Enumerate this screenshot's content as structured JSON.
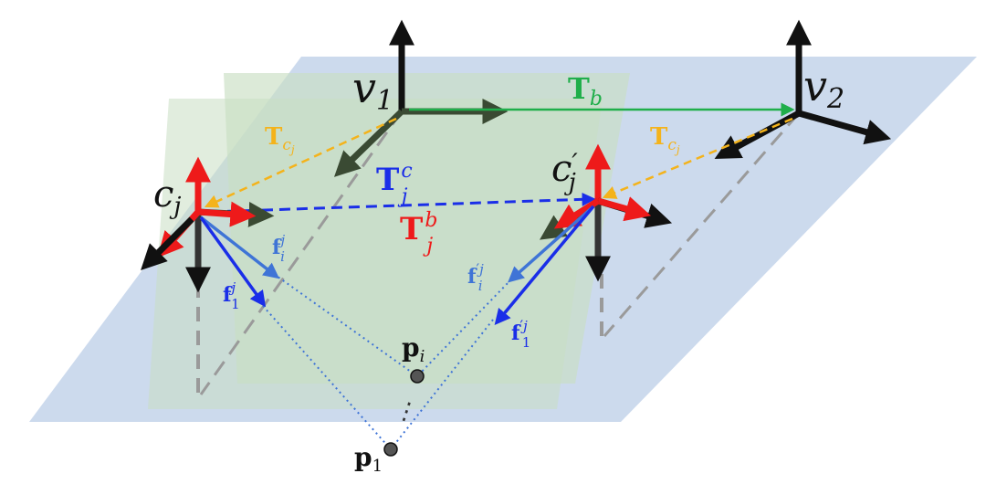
{
  "colors": {
    "ground_plane": "#c3d3ea",
    "cam_plane": "#c9dec3",
    "black_axis": "#111111",
    "dark_green_axis": "#3a4a33",
    "red_axis": "#ee1a1a",
    "blue": "#1a2ee8",
    "light_blue": "#3f74d6",
    "green": "#1fae4a",
    "orange": "#f4b31b",
    "grey": "#9a9a9a",
    "point": "#555555"
  },
  "labels": {
    "v1": {
      "base": "v",
      "sub": "1"
    },
    "v2": {
      "base": "v",
      "sub": "2"
    },
    "Tb": {
      "base": "T",
      "sub": "b"
    },
    "Tcj_left": {
      "base": "T",
      "sub": "c",
      "subsub": "j"
    },
    "Tcj_right": {
      "base": "T",
      "sub": "c",
      "subsub": "j"
    },
    "Tjc": {
      "base": "T",
      "sup": "c",
      "sub": "j"
    },
    "Tjb": {
      "base": "T",
      "sup": "b",
      "sub": "j"
    },
    "cj": {
      "base": "c",
      "sub": "j"
    },
    "cj_prime": {
      "base": "c",
      "prime": "′",
      "sub": "j"
    },
    "fij": {
      "base": "f",
      "sup": "j",
      "sub": "i"
    },
    "f1j": {
      "base": "f",
      "sup": "j",
      "sub": "1"
    },
    "fij_prime": {
      "base": "f",
      "prime": "′",
      "sup": "j",
      "sub": "i"
    },
    "f1j_prime": {
      "base": "f",
      "prime": "′",
      "sup": "j",
      "sub": "1"
    },
    "pi": {
      "base": "p",
      "sub": "i"
    },
    "p1": {
      "base": "p",
      "sub": "1"
    },
    "dots": "⋮"
  }
}
